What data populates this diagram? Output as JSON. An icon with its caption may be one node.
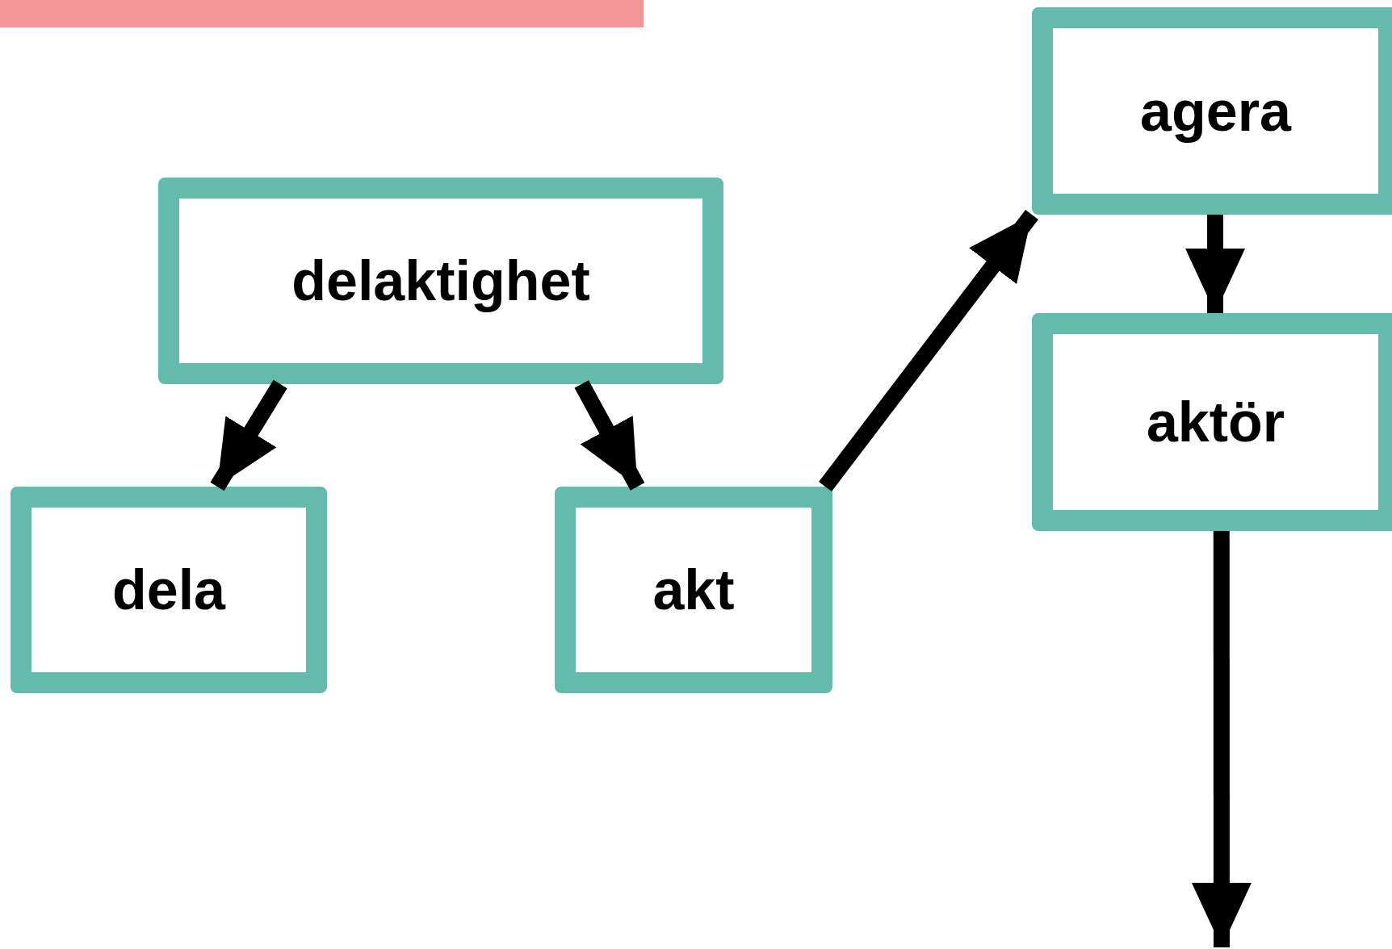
{
  "diagram": {
    "nodes": [
      {
        "text": [
          "delaktighet"
        ]
      },
      {
        "text": [
          "dela"
        ]
      },
      {
        "text": [
          "akt"
        ]
      },
      {
        "text": [
          "agera"
        ]
      },
      {
        "text": [
          "aktör"
        ]
      }
    ],
    "edges": [
      {
        "from": 0,
        "to": 1,
        "arrow": "to"
      },
      {
        "from": 0,
        "to": 2,
        "arrow": "to"
      },
      {
        "from": 2,
        "to": 3,
        "arrow": "to"
      },
      {
        "from": 3,
        "to": 4,
        "arrow": "to"
      },
      {
        "from": 4,
        "to": null,
        "arrow": "to"
      }
    ]
  }
}
